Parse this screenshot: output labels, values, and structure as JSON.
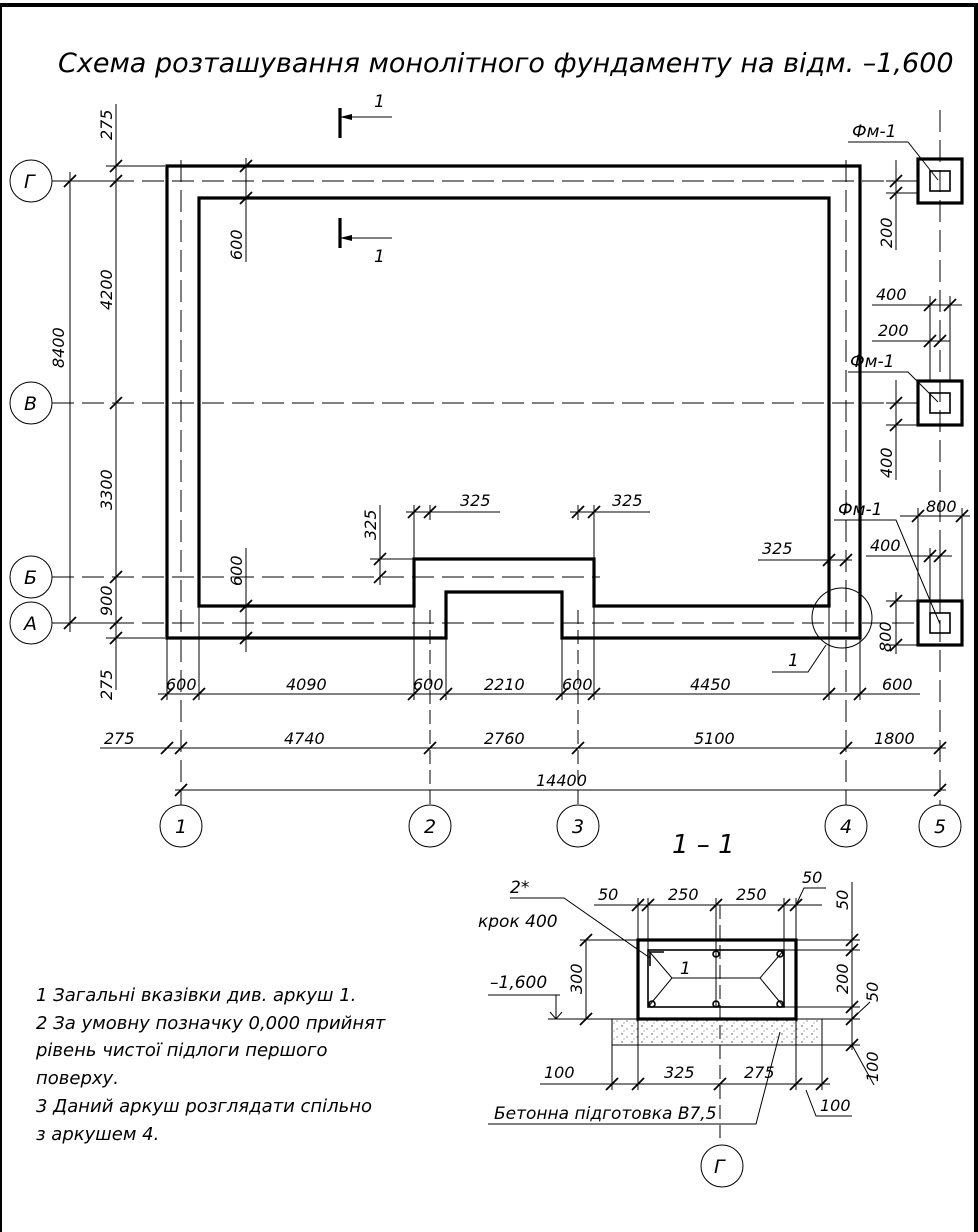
{
  "title": "Схема розташування монолітного фундаменту на відм. –1,600",
  "axes": {
    "letters": [
      "Г",
      "В",
      "Б",
      "А"
    ],
    "numbers": [
      "1",
      "2",
      "3",
      "4",
      "5"
    ]
  },
  "section_mark": "1",
  "section_title": "1 – 1",
  "pier_label": "Фм-1",
  "node_mark": "1",
  "dims": {
    "left_275_top": "275",
    "left_4200": "4200",
    "left_8400": "8400",
    "left_600_top": "600",
    "left_3300": "3300",
    "left_600_bot": "600",
    "left_900": "900",
    "left_275_bot": "275",
    "inner_325_v": "325",
    "inner_325_a": "325",
    "inner_325_b": "325",
    "inner_325_c": "325",
    "right_200": "200",
    "right_400a": "400",
    "right_200b": "200",
    "right_400b": "400",
    "right_800a": "800",
    "right_400c": "400",
    "right_800b": "800",
    "row1": [
      "600",
      "4090",
      "600",
      "2210",
      "600",
      "4450",
      "600"
    ],
    "row2": [
      "275",
      "4740",
      "2760",
      "5100",
      "1800"
    ],
    "total": "14400"
  },
  "section": {
    "rebar_label": "2*",
    "step_label": "крок 400",
    "level": "–1,600",
    "bar_mark": "1",
    "axis": "Г",
    "concrete_label": "Бетонна підготовка В7,5",
    "dims_top": [
      "50",
      "250",
      "250",
      "50"
    ],
    "dim_50_right": "50",
    "dim_300": "300",
    "dim_200": "200",
    "dim_50_b": "50",
    "dim_100_v": "100",
    "dims_bottom": [
      "100",
      "325",
      "275"
    ],
    "dim_100_h": "100"
  },
  "notes": [
    "1 Загальні вказівки див. аркуш 1.",
    "2 За умовну позначку 0,000 прийнят",
    "рівень чистої підлоги першого",
    "поверху.",
    "3 Даний аркуш розглядати спільно",
    "з аркушем 4."
  ]
}
